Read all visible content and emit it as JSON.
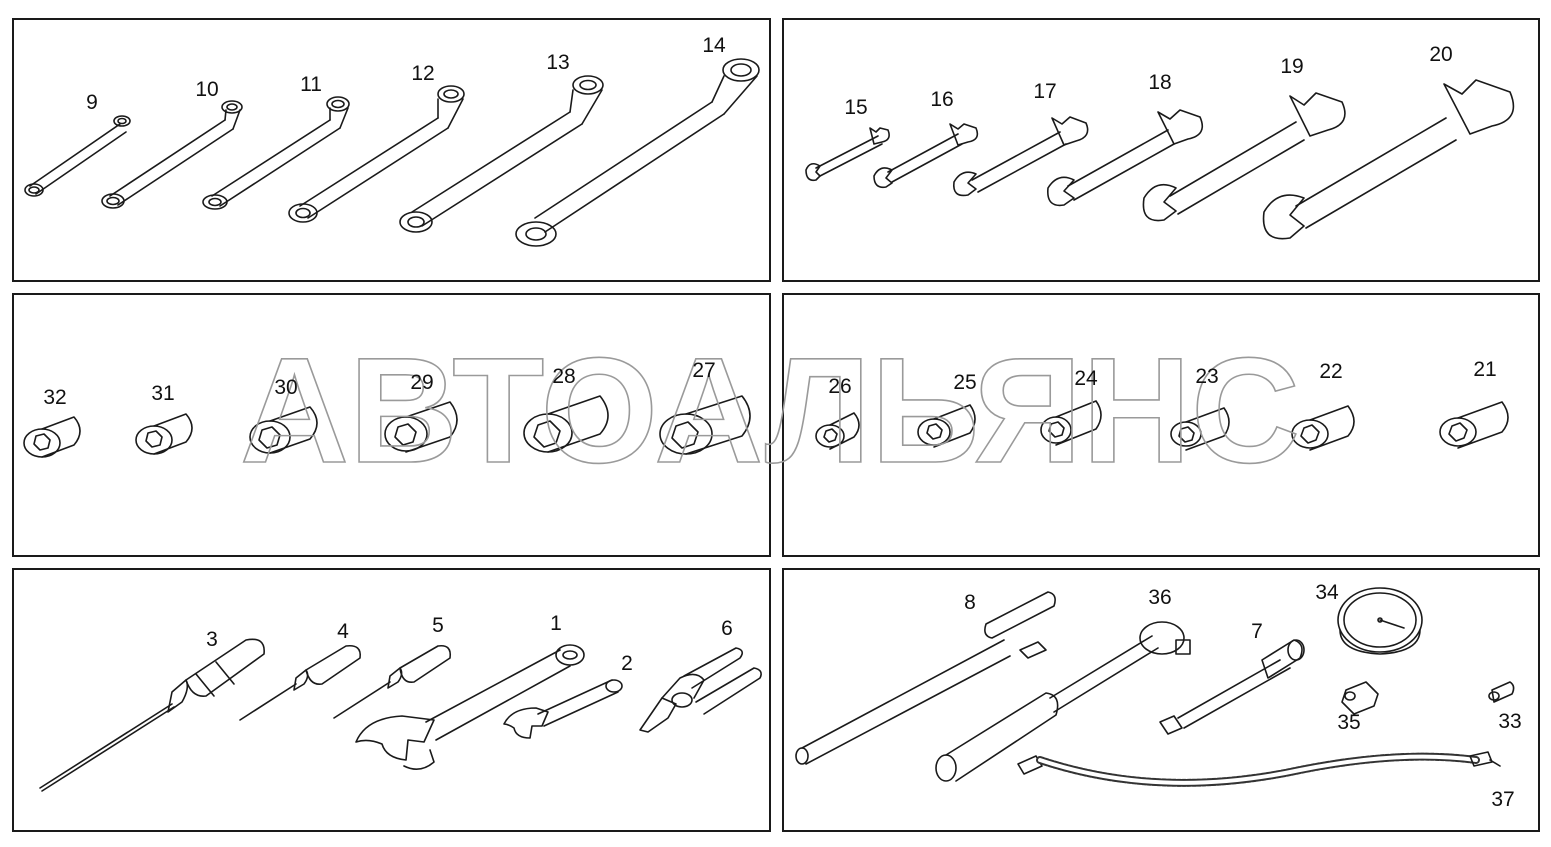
{
  "panels": [
    {
      "id": "box-end-wrenches",
      "items": [
        {
          "label": "9"
        },
        {
          "label": "10"
        },
        {
          "label": "11"
        },
        {
          "label": "12"
        },
        {
          "label": "13"
        },
        {
          "label": "14"
        }
      ]
    },
    {
      "id": "open-end-wrenches",
      "items": [
        {
          "label": "15"
        },
        {
          "label": "16"
        },
        {
          "label": "17"
        },
        {
          "label": "18"
        },
        {
          "label": "19"
        },
        {
          "label": "20"
        }
      ]
    },
    {
      "id": "sockets-left",
      "items": [
        {
          "label": "32"
        },
        {
          "label": "31"
        },
        {
          "label": "30"
        },
        {
          "label": "29"
        },
        {
          "label": "28"
        },
        {
          "label": "27"
        }
      ]
    },
    {
      "id": "sockets-right",
      "items": [
        {
          "label": "26"
        },
        {
          "label": "25"
        },
        {
          "label": "24"
        },
        {
          "label": "23"
        },
        {
          "label": "22"
        },
        {
          "label": "21"
        }
      ]
    },
    {
      "id": "hand-tools",
      "items": [
        {
          "label": "3"
        },
        {
          "label": "4"
        },
        {
          "label": "5"
        },
        {
          "label": "1"
        },
        {
          "label": "2"
        },
        {
          "label": "6"
        }
      ]
    },
    {
      "id": "accessories",
      "items": [
        {
          "label": "8"
        },
        {
          "label": "36"
        },
        {
          "label": "7"
        },
        {
          "label": "34"
        },
        {
          "label": "35"
        },
        {
          "label": "33"
        },
        {
          "label": "37"
        }
      ]
    }
  ],
  "watermark": {
    "text": "АВТОАЛЬЯНС",
    "color": "#9a9a9a"
  },
  "colors": {
    "line": "#1a1a1a",
    "fill": "#ffffff"
  }
}
